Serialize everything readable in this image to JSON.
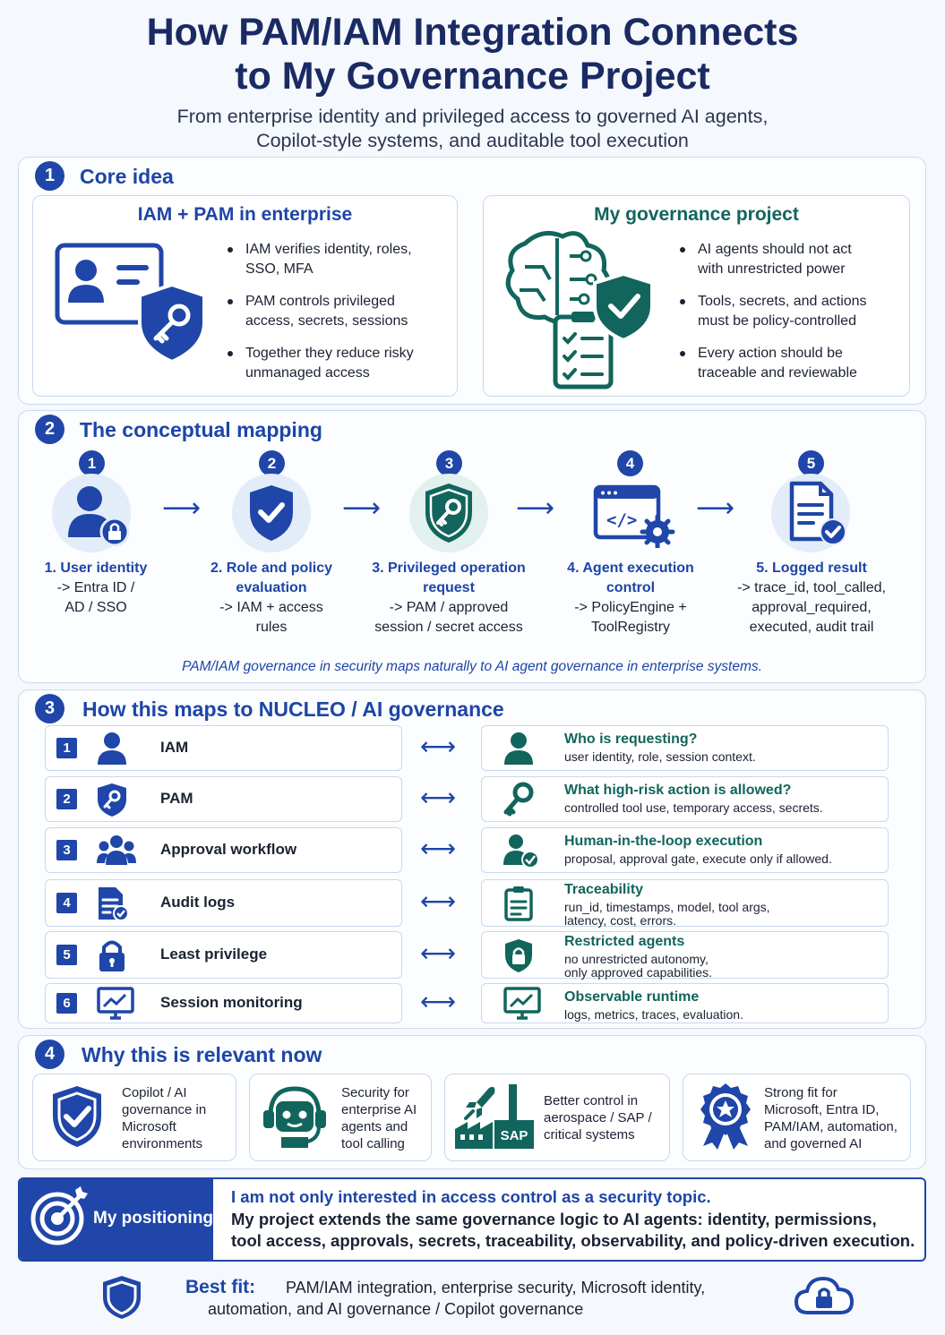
{
  "header": {
    "title_line1": "How PAM/IAM Integration Connects",
    "title_line2": "to My Governance Project",
    "subtitle_line1": "From enterprise identity and privileged access to governed AI agents,",
    "subtitle_line2": "Copilot-style systems, and auditable tool execution"
  },
  "section1": {
    "num": "1",
    "title": "Core idea",
    "left": {
      "title": "IAM + PAM in enterprise",
      "bullets": [
        {
          "l1": "IAM verifies identity, roles,",
          "l2": "SSO, MFA"
        },
        {
          "l1": "PAM controls privileged",
          "l2": "access, secrets, sessions"
        },
        {
          "l1": "Together they reduce risky",
          "l2": "unmanaged access"
        }
      ]
    },
    "right": {
      "title": "My governance project",
      "bullets": [
        {
          "l1": "AI agents should not act",
          "l2": "with unrestricted power"
        },
        {
          "l1": "Tools, secrets, and actions",
          "l2": "must be policy-controlled"
        },
        {
          "l1": "Every action should be",
          "l2": "traceable and reviewable"
        }
      ]
    }
  },
  "section2": {
    "num": "2",
    "title": "The conceptual mapping",
    "steps": [
      {
        "num": "1",
        "l1": "1. User identity",
        "l2": "",
        "d1": "-> Entra ID /",
        "d2": "AD / SSO"
      },
      {
        "num": "2",
        "l1": "2. Role and policy",
        "l2": "evaluation",
        "d1": "-> IAM + access",
        "d2": "rules"
      },
      {
        "num": "3",
        "l1": "3. Privileged operation",
        "l2": "request",
        "d1": "-> PAM / approved",
        "d2": "session / secret access"
      },
      {
        "num": "4",
        "l1": "4. Agent execution",
        "l2": "control",
        "d1": "-> PolicyEngine +",
        "d2": "ToolRegistry"
      },
      {
        "num": "5",
        "l1": "5. Logged result",
        "l2": "",
        "d1": "-> trace_id, tool_called,",
        "d2": "approval_required,",
        "d3": "executed, audit trail"
      }
    ],
    "tagline": "PAM/IAM governance in security maps naturally to AI agent governance in enterprise systems."
  },
  "section3": {
    "num": "3",
    "title": "How this maps to NUCLEO / AI governance",
    "arrow": "⟷",
    "rows": [
      {
        "num": "1",
        "label": "IAM",
        "title": "Who is requesting?",
        "d1": "user identity, role, session context.",
        "d2": ""
      },
      {
        "num": "2",
        "label": "PAM",
        "title": "What high-risk action is allowed?",
        "d1": "controlled tool use, temporary access, secrets.",
        "d2": ""
      },
      {
        "num": "3",
        "label": "Approval workflow",
        "title": "Human-in-the-loop execution",
        "d1": "proposal, approval gate, execute only if allowed.",
        "d2": ""
      },
      {
        "num": "4",
        "label": "Audit logs",
        "title": "Traceability",
        "d1": "run_id, timestamps, model, tool args,",
        "d2": "latency, cost, errors."
      },
      {
        "num": "5",
        "label": "Least privilege",
        "title": "Restricted agents",
        "d1": "no unrestricted autonomy,",
        "d2": "only approved capabilities."
      },
      {
        "num": "6",
        "label": "Session monitoring",
        "title": "Observable runtime",
        "d1": "logs, metrics, traces, evaluation.",
        "d2": ""
      }
    ]
  },
  "section4": {
    "num": "4",
    "title": "Why this is relevant now",
    "cards": [
      {
        "l1": "Copilot / AI",
        "l2": "governance in",
        "l3": "Microsoft",
        "l4": "environments"
      },
      {
        "l1": "Security for",
        "l2": "enterprise AI",
        "l3": "agents and",
        "l4": "tool calling"
      },
      {
        "l1": "Better control in",
        "l2": "aerospace / SAP /",
        "l3": "critical systems",
        "l4": ""
      },
      {
        "l1": "Strong fit for",
        "l2": "Microsoft, Entra ID,",
        "l3": "PAM/IAM, automation,",
        "l4": "and governed AI"
      }
    ],
    "sap_logo": "SAP"
  },
  "positioning": {
    "label": "My positioning",
    "line1": "I am not only interested in access control as a security topic.",
    "line2": "My project extends the same governance logic to AI agents: identity, permissions,",
    "line3": "tool access, approvals, secrets, traceability, observability, and policy-driven execution."
  },
  "bestfit": {
    "label": "Best fit:",
    "line1": "PAM/IAM integration, enterprise security, Microsoft identity,",
    "line2": "automation, and AI governance / Copilot governance"
  },
  "colors": {
    "primary": "#1f46a8",
    "navy": "#1a2a63",
    "teal": "#11655c",
    "light": "#e3ecf9"
  }
}
